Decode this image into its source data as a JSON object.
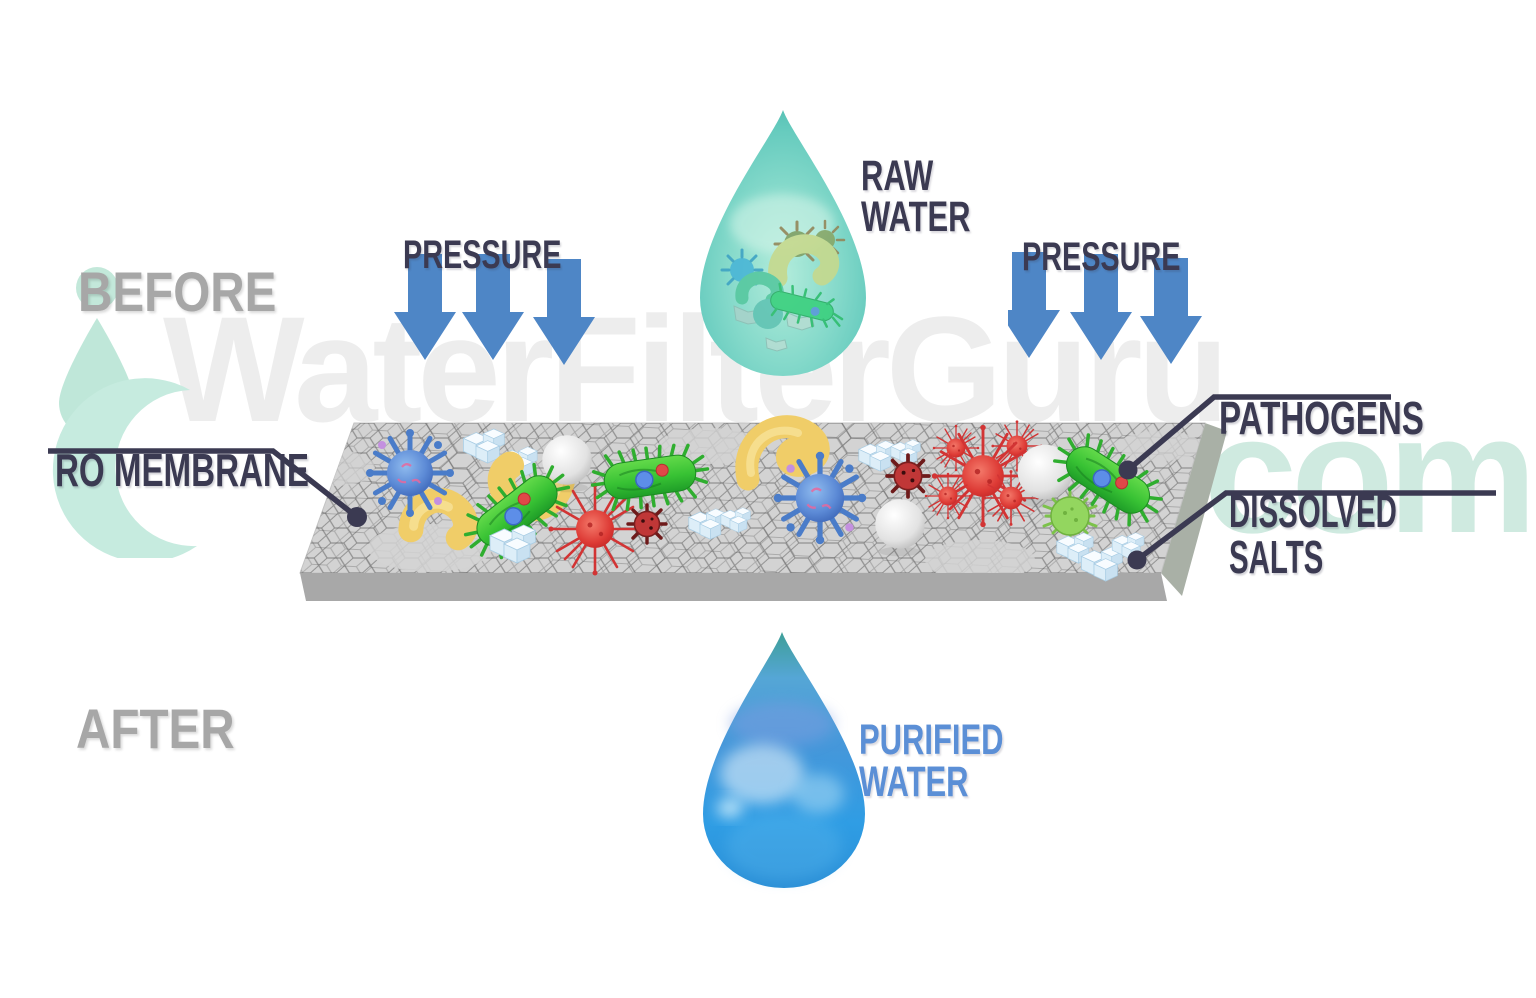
{
  "diagram": {
    "stage_before": "BEFORE",
    "stage_after": "AFTER",
    "pressure_left": "PRESSURE",
    "pressure_right": "PRESSURE",
    "raw_water": "RAW\nWATER",
    "purified_water": "PURIFIED\nWATER",
    "ro_membrane": "RO MEMBRANE",
    "pathogens": "PATHOGENS",
    "dissolved_salts": "DISSOLVED SALTS"
  },
  "watermark": {
    "brand": "WaterFilterGuru",
    "suffix": ".com"
  },
  "colors": {
    "label_dark": "#3b3a52",
    "stage_gray": "#a7a7a7",
    "arrow_blue": "#4e86c6",
    "purified_label_blue": "#5b8fd6",
    "raw_drop_teal": "#62c9bd",
    "purified_drop_blue": "#2f9de4",
    "membrane_top_gray": "#d3d3d3",
    "membrane_front_gray": "#a8a8a8",
    "watermark_gray": "#ededed",
    "watermark_teal": "#cfeae0"
  }
}
